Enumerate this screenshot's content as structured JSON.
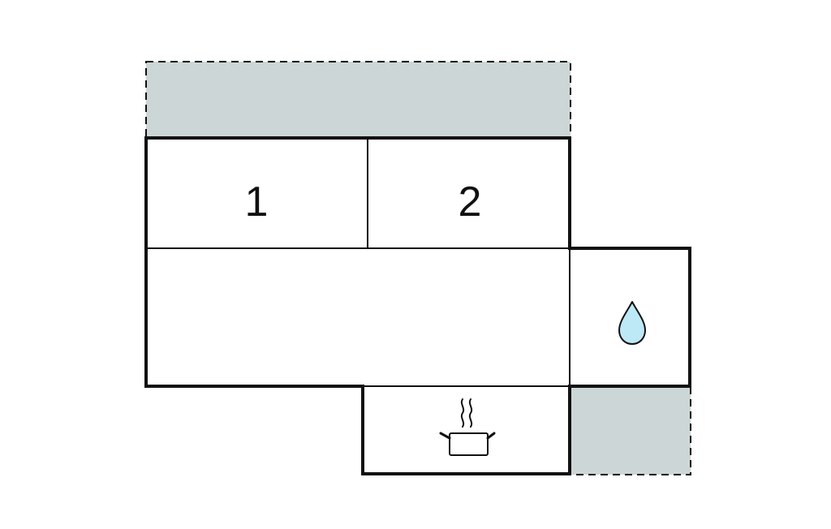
{
  "rooms": [
    {
      "id": "bedroom-1",
      "label": "1"
    },
    {
      "id": "bedroom-2",
      "label": "2"
    },
    {
      "id": "living-area",
      "label": ""
    },
    {
      "id": "bathroom",
      "label": "",
      "icon": "water-drop-icon"
    },
    {
      "id": "kitchen",
      "label": "",
      "icon": "cooking-pot-icon"
    }
  ],
  "outdoor_areas": [
    {
      "id": "terrace-top",
      "label": ""
    },
    {
      "id": "terrace-bottom-right",
      "label": ""
    }
  ],
  "colors": {
    "wall": "#111111",
    "outdoor_fill": "#ccd6d6",
    "water_fill": "#bde8f5",
    "background": "#ffffff"
  }
}
